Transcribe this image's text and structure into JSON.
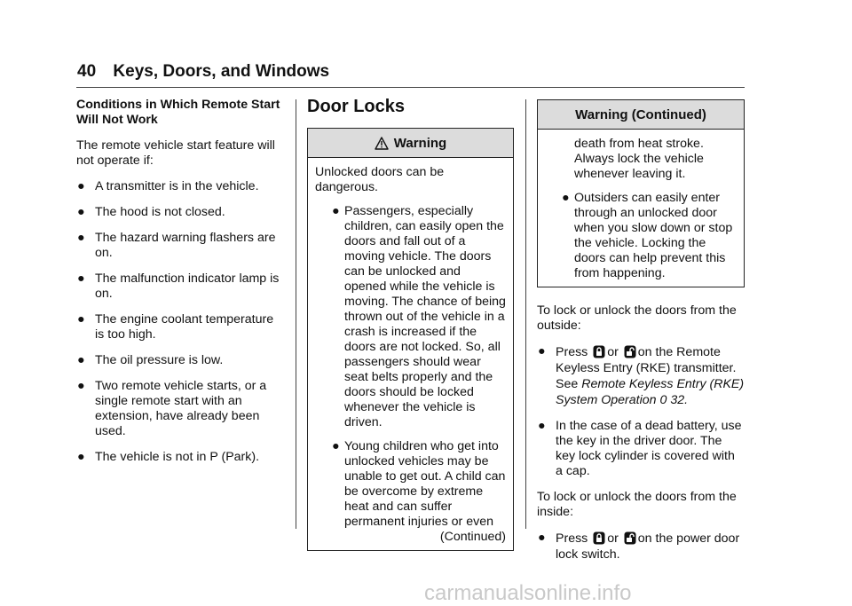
{
  "header": {
    "page_number": "40",
    "section": "Keys, Doors, and Windows"
  },
  "col1": {
    "heading": "Conditions in Which Remote Start Will Not Work",
    "intro": "The remote vehicle start feature will not operate if:",
    "bullet": "●",
    "bullets": [
      "A transmitter is in the vehicle.",
      "The hood is not closed.",
      "The hazard warning flashers are on.",
      "The malfunction indicator lamp is on.",
      "The engine coolant temperature is too high.",
      "The oil pressure is low.",
      "Two remote vehicle starts, or a single remote start with an extension, have already been used.",
      "The vehicle is not in P (Park)."
    ]
  },
  "col2": {
    "title": "Door Locks",
    "warning_label": "Warning",
    "intro": "Unlocked doors can be dangerous.",
    "bullets": [
      "Passengers, especially children, can easily open the doors and fall out of a moving vehicle. The doors can be unlocked and opened while the vehicle is moving. The chance of being thrown out of the vehicle in a crash is increased if the doors are not locked. So, all passengers should wear seat belts properly and the doors should be locked whenever the vehicle is driven.",
      "Young children who get into unlocked vehicles may be unable to get out. A child can be overcome by extreme heat and can suffer permanent injuries or even"
    ],
    "continued": "(Continued)"
  },
  "col3": {
    "warning_label": "Warning  (Continued)",
    "cont_text": "death from heat stroke. Always lock the vehicle whenever leaving it.",
    "bullet2": "Outsiders can easily enter through an unlocked door when you slow down or stop the vehicle. Locking the doors can help prevent this from happening.",
    "outside_intro": "To lock or unlock the doors from the outside:",
    "press": "Press",
    "or": "or",
    "rke_text": "on the Remote Keyless Entry (RKE) transmitter. See",
    "rke_link": "Remote Keyless Entry (RKE) System Operation",
    "rke_page_ref": "0 32.",
    "battery_text": "In the case of a dead battery, use the key in the driver door. The key lock cylinder is covered with a cap.",
    "inside_intro": "To lock or unlock the doors from the inside:",
    "power_text": "on the power door lock switch."
  },
  "footer": {
    "watermark": "carmanualsonline.info"
  }
}
